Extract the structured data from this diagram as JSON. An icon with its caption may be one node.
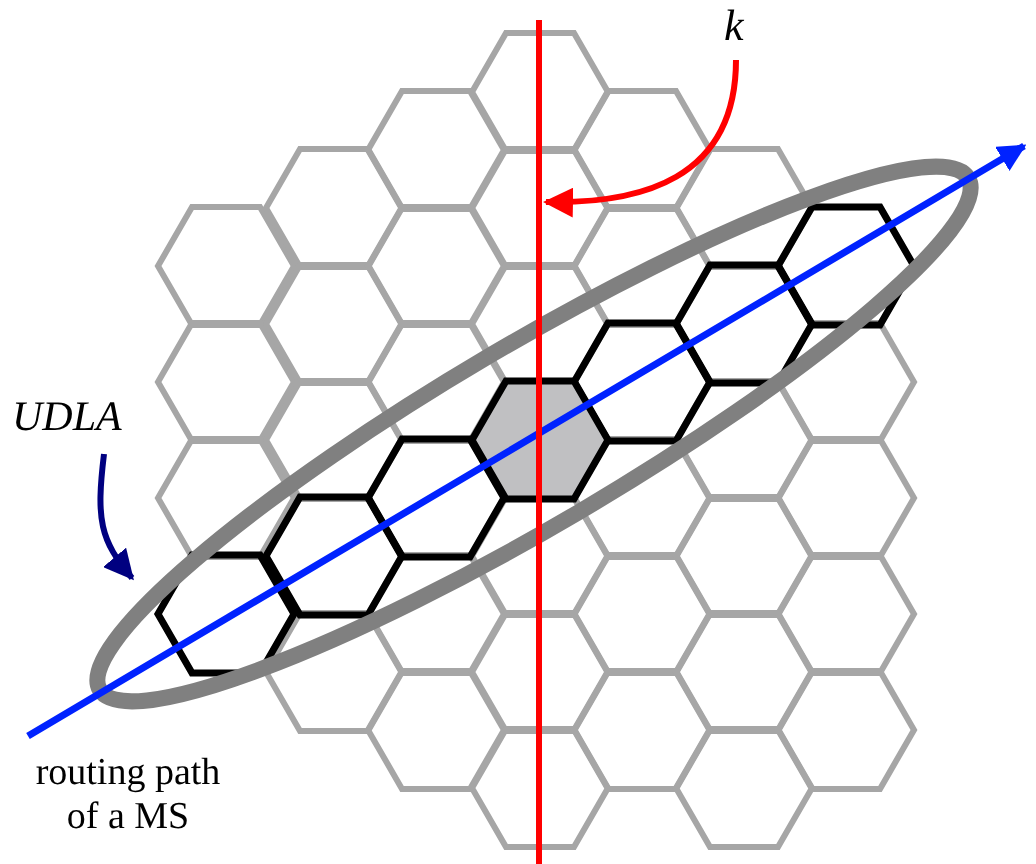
{
  "diagram": {
    "nodes": [
      {
        "text": [
          "k"
        ]
      },
      {
        "text": [],
        "shape": "line"
      },
      {
        "text": [
          "UDLA"
        ]
      },
      {
        "text": [],
        "shape": "ellipse"
      }
    ],
    "edges": [
      {
        "from": 0,
        "to": 1,
        "arrow": "to",
        "color": "#ff0000"
      },
      {
        "from": 2,
        "to": 3,
        "arrow": "to",
        "color": "#000080"
      }
    ],
    "labels": [
      "routing path of a MS"
    ]
  }
}
